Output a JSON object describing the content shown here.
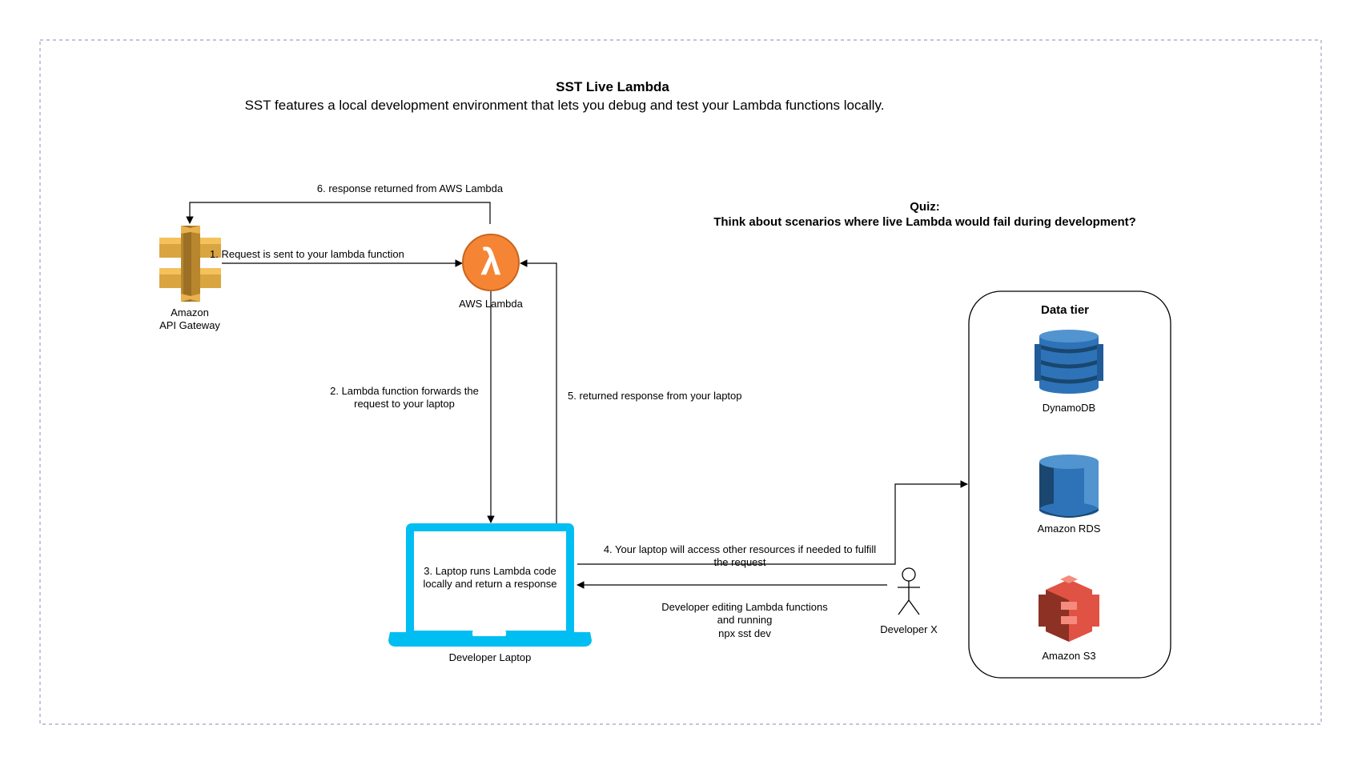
{
  "header": {
    "title": "SST Live Lambda",
    "subtitle": "SST features a local development environment that lets you debug and test your Lambda functions locally."
  },
  "quiz": {
    "heading": "Quiz:",
    "question": "Think about scenarios where live Lambda would fail during development?"
  },
  "nodes": {
    "api_gateway": {
      "label": "Amazon\nAPI Gateway",
      "icon": "api-gateway-icon"
    },
    "lambda": {
      "label": "AWS Lambda",
      "icon": "lambda-icon"
    },
    "laptop": {
      "label": "Developer Laptop",
      "screen_text": "3. Laptop runs Lambda code\nlocally and return a response",
      "icon": "laptop-icon"
    },
    "developer": {
      "label": "Developer X",
      "icon": "person-icon"
    },
    "data_tier": {
      "title": "Data tier",
      "items": [
        {
          "label": "DynamoDB",
          "icon": "dynamodb-icon"
        },
        {
          "label": "Amazon RDS",
          "icon": "rds-icon"
        },
        {
          "label": "Amazon S3",
          "icon": "s3-icon"
        }
      ]
    }
  },
  "edges": {
    "step1": "1. Request is sent to your lambda function",
    "step2": "2. Lambda function forwards the\nrequest to your laptop",
    "step4": "4. Your laptop will access other resources if needed to fulfill\nthe request",
    "step5": "5. returned response from your laptop",
    "step6": "6. response returned from AWS Lambda",
    "developer_action": "Developer editing Lambda functions\nand running\nnpx sst dev"
  },
  "colors": {
    "api_gateway": "#d9a540",
    "lambda": "#f58534",
    "laptop": "#00bef2",
    "dynamodb": "#2e73b8",
    "rds": "#2e73b8",
    "s3": "#e05243",
    "frame_border": "#9aa3c0"
  }
}
